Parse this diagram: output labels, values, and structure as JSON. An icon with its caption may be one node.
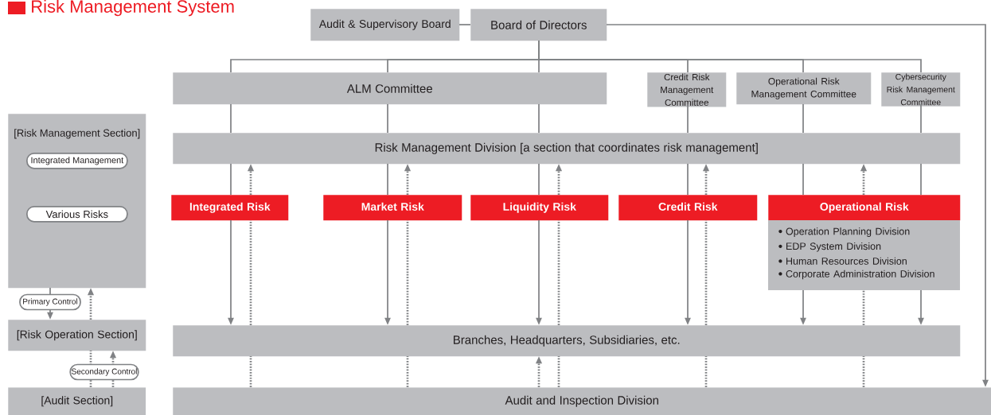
{
  "diagram": {
    "title": "Risk Management System",
    "nodes": [
      {
        "text": [
          "Audit & Supervisory Board"
        ]
      },
      {
        "text": [
          "Board of Directors"
        ]
      },
      {
        "text": [
          "ALM Committee"
        ]
      },
      {
        "text": [
          "Credit Risk Management Committee"
        ]
      },
      {
        "text": [
          "Operational Risk Management Committee"
        ]
      },
      {
        "text": [
          "Cybersecurity Risk Management Committee"
        ]
      },
      {
        "text": [
          "Risk Management Division [a section that coordinates risk management]"
        ]
      },
      {
        "text": [
          "Integrated Risk"
        ]
      },
      {
        "text": [
          "Market Risk"
        ]
      },
      {
        "text": [
          "Liquidity Risk"
        ]
      },
      {
        "text": [
          "Credit Risk"
        ]
      },
      {
        "text": [
          "Operational Risk"
        ]
      },
      {
        "text": [
          "Operation Planning Division",
          "EDP System Division",
          "Human Resources Division",
          "Corporate Administration Division"
        ]
      },
      {
        "text": [
          "Branches, Headquarters, Subsidiaries, etc."
        ]
      },
      {
        "text": [
          "Audit and Inspection Division"
        ]
      },
      {
        "text": [
          "[Risk Management Section]"
        ]
      },
      {
        "text": [
          "Integrated Management"
        ],
        "in": 15
      },
      {
        "text": [
          "Various Risks"
        ],
        "in": 15
      },
      {
        "text": [
          "[Risk Operation Section]"
        ]
      },
      {
        "text": [
          "[Audit Section]"
        ]
      }
    ],
    "edges": [
      {
        "from": 0,
        "to": 1,
        "arrow": "none"
      },
      {
        "from": 1,
        "to": 14,
        "arrow": "to"
      },
      {
        "from": 1,
        "to": 2,
        "arrow": "none"
      },
      {
        "from": 1,
        "to": 2,
        "arrow": "none"
      },
      {
        "from": 1,
        "to": 2,
        "arrow": "none"
      },
      {
        "from": 1,
        "to": 3,
        "arrow": "none"
      },
      {
        "from": 1,
        "to": 4,
        "arrow": "none"
      },
      {
        "from": 1,
        "to": 5,
        "arrow": "none"
      },
      {
        "from": 2,
        "to": 6,
        "arrow": "none"
      },
      {
        "from": 2,
        "to": 6,
        "arrow": "none"
      },
      {
        "from": 2,
        "to": 6,
        "arrow": "none"
      },
      {
        "from": 3,
        "to": 6,
        "arrow": "none"
      },
      {
        "from": 4,
        "to": 6,
        "arrow": "none"
      },
      {
        "from": 5,
        "to": 6,
        "arrow": "none"
      },
      {
        "from": 6,
        "to": 7,
        "arrow": "none"
      },
      {
        "from": 6,
        "to": 8,
        "arrow": "none"
      },
      {
        "from": 6,
        "to": 9,
        "arrow": "none"
      },
      {
        "from": 6,
        "to": 10,
        "arrow": "none"
      },
      {
        "from": 6,
        "to": 11,
        "arrow": "none"
      },
      {
        "from": 6,
        "to": 11,
        "arrow": "none"
      },
      {
        "from": 7,
        "to": 13,
        "arrow": "to"
      },
      {
        "from": 8,
        "to": 13,
        "arrow": "to"
      },
      {
        "from": 9,
        "to": 13,
        "arrow": "to"
      },
      {
        "from": 10,
        "to": 13,
        "arrow": "to"
      },
      {
        "from": 12,
        "to": 13,
        "arrow": "to"
      },
      {
        "from": 12,
        "to": 13,
        "arrow": "to"
      },
      {
        "from": 7,
        "to": 6,
        "arrow": "to",
        "style": "dashed"
      },
      {
        "from": 8,
        "to": 6,
        "arrow": "to",
        "style": "dashed"
      },
      {
        "from": 9,
        "to": 6,
        "arrow": "to",
        "style": "dashed"
      },
      {
        "from": 10,
        "to": 6,
        "arrow": "to",
        "style": "dashed"
      },
      {
        "from": 11,
        "to": 6,
        "arrow": "to",
        "style": "dashed"
      },
      {
        "from": 13,
        "to": 7,
        "arrow": "none",
        "style": "dashed"
      },
      {
        "from": 13,
        "to": 8,
        "arrow": "none",
        "style": "dashed"
      },
      {
        "from": 13,
        "to": 9,
        "arrow": "none",
        "style": "dashed"
      },
      {
        "from": 13,
        "to": 10,
        "arrow": "none",
        "style": "dashed"
      },
      {
        "from": 13,
        "to": 12,
        "arrow": "none",
        "style": "dashed"
      },
      {
        "from": 14,
        "to": 13,
        "arrow": "none",
        "style": "dashed"
      },
      {
        "from": 14,
        "to": 13,
        "arrow": "none",
        "style": "dashed"
      },
      {
        "from": 14,
        "to": 13,
        "arrow": "none",
        "style": "dashed"
      },
      {
        "from": 14,
        "to": 13,
        "arrow": "none",
        "style": "dashed"
      },
      {
        "from": 14,
        "to": 13,
        "arrow": "none",
        "style": "dashed"
      },
      {
        "from": 14,
        "to": 13,
        "arrow": "to",
        "style": "dashed"
      },
      {
        "from": 15,
        "to": 18,
        "arrow": "to",
        "label": "Primary Control"
      },
      {
        "from": 18,
        "to": 15,
        "arrow": "to",
        "style": "dashed"
      },
      {
        "from": 19,
        "to": 18,
        "arrow": "none",
        "style": "dashed"
      },
      {
        "from": 19,
        "to": 18,
        "arrow": "to",
        "style": "dashed",
        "label": "Secondary Control"
      }
    ]
  }
}
